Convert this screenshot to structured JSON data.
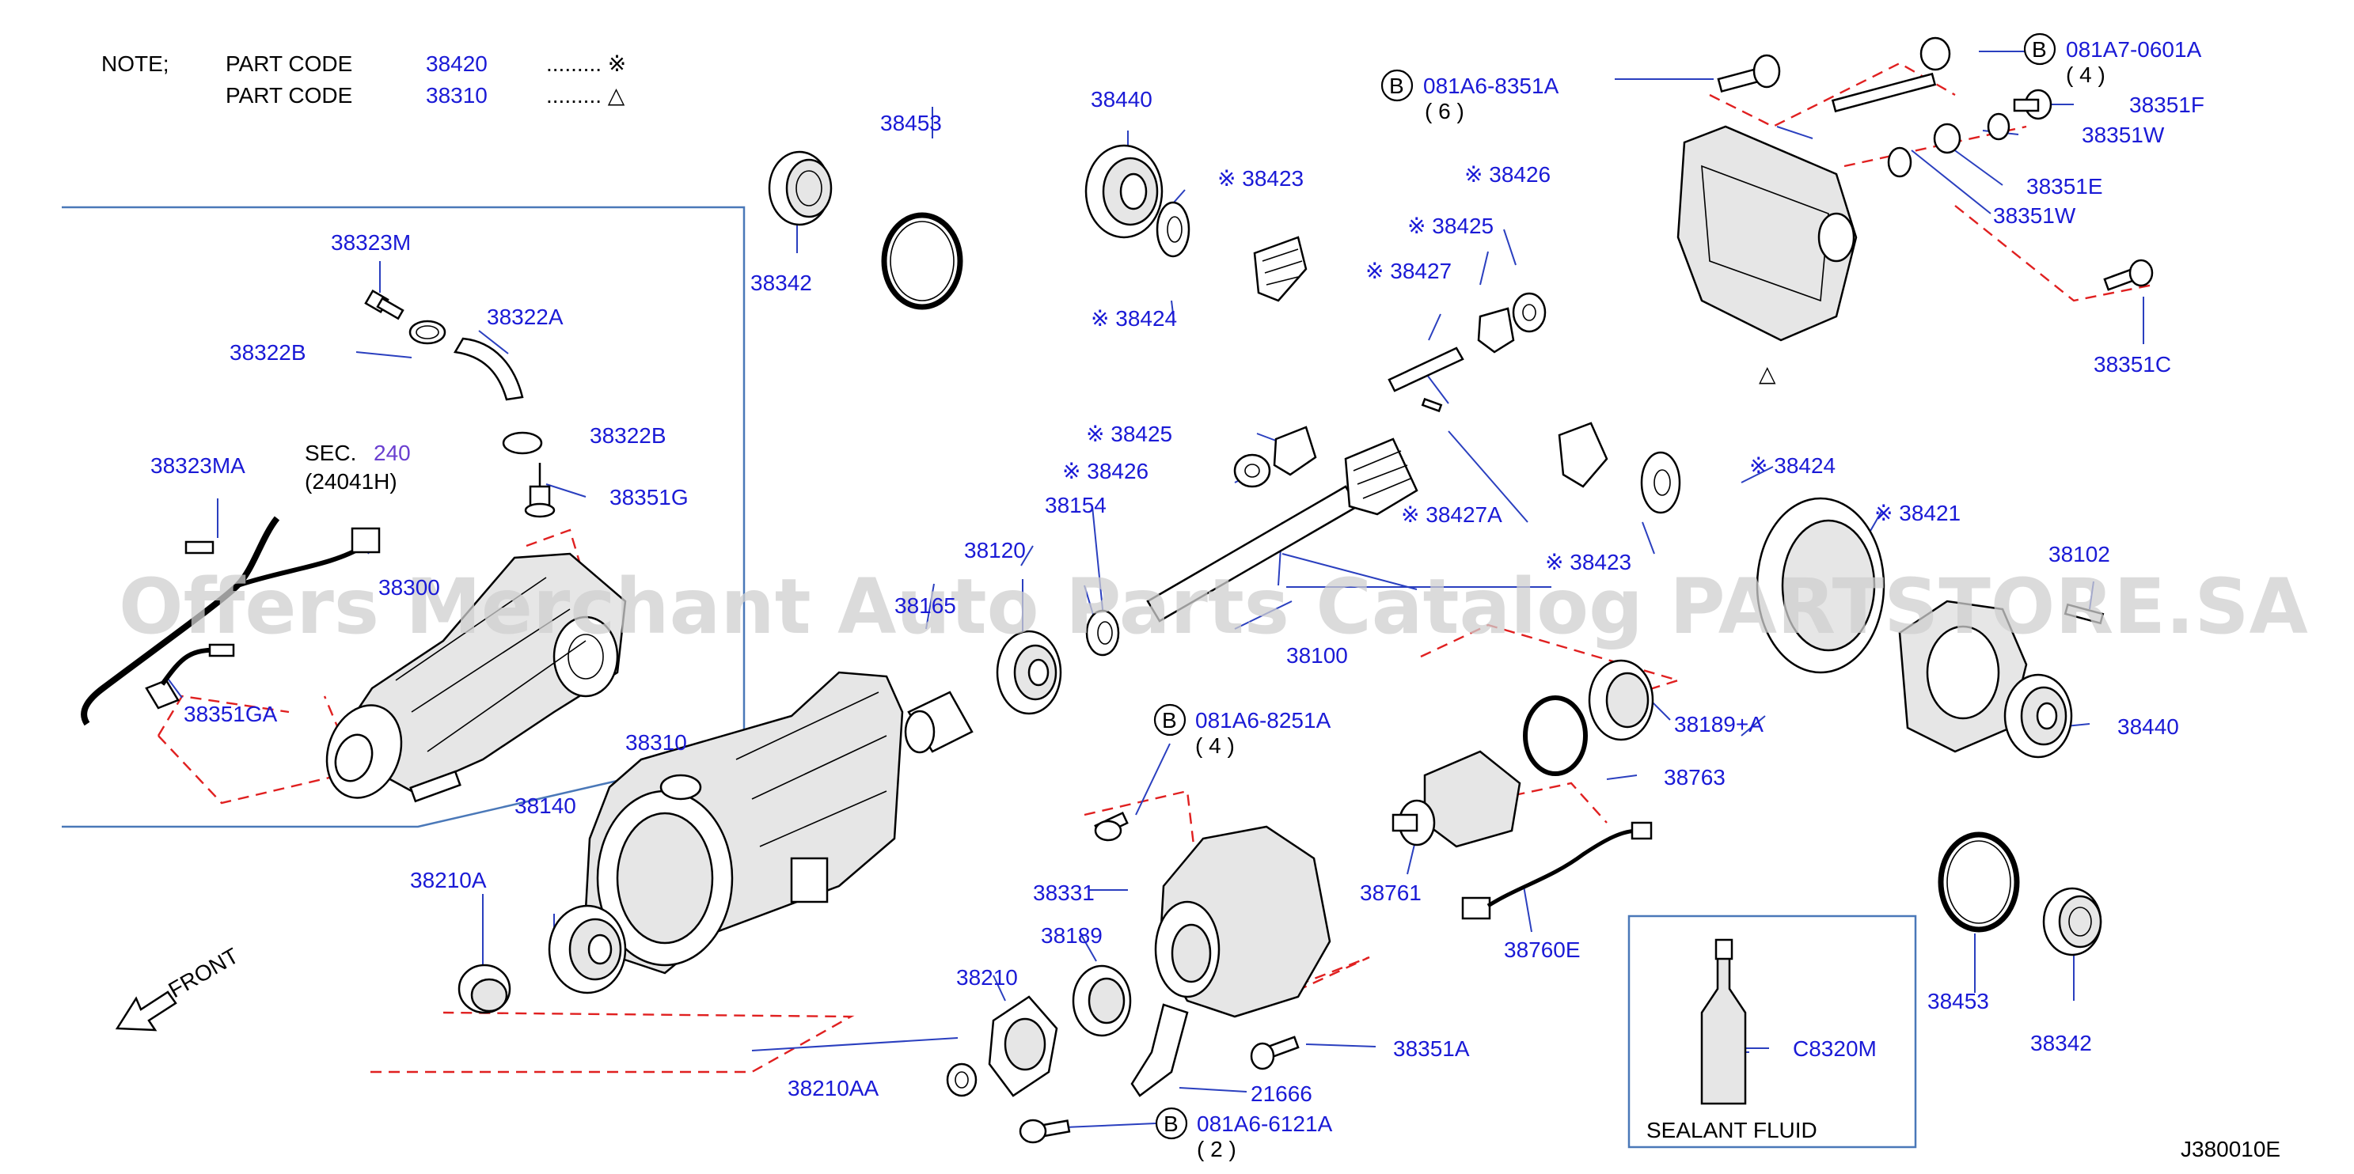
{
  "note": {
    "heading": "NOTE;",
    "lines": [
      {
        "prefix": "PART   CODE",
        "code": "38420",
        "marker": "......... ※"
      },
      {
        "prefix": "PART   CODE",
        "code": "38310",
        "marker": "......... △"
      }
    ]
  },
  "callouts": {
    "b_8351": {
      "badge": "B",
      "code": "081A6-8351A",
      "qty": "( 6 )"
    },
    "b_0601": {
      "badge": "B",
      "code": "081A7-0601A",
      "qty": "( 4 )"
    },
    "b_8251": {
      "badge": "B",
      "code": "081A6-8251A",
      "qty": "( 4 )"
    },
    "b_6121": {
      "badge": "B",
      "code": "081A6-6121A",
      "qty": "( 2 )"
    }
  },
  "sec": {
    "prefix": "SEC.",
    "number": "240",
    "sub": "(24041H)"
  },
  "labels": {
    "p38323M": "38323M",
    "p38322A": "38322A",
    "p38322B_1": "38322B",
    "p38322B_2": "38322B",
    "p38351G": "38351G",
    "p38323MA": "38323MA",
    "p38300": "38300",
    "p38351GA": "38351GA",
    "p38342_1": "38342",
    "p38453_1": "38453",
    "p38440_1": "38440",
    "p38423_1": "※ 38423",
    "p38424_1": "※ 38424",
    "p38426_1": "※ 38426",
    "p38425_1": "※ 38425",
    "p38427": "※ 38427",
    "p38427A": "※ 38427A",
    "p38425_2": "※ 38425",
    "p38426_2": "※ 38426",
    "p38154": "38154",
    "p38120": "38120",
    "p38165": "38165",
    "p38100": "38100",
    "p38310": "38310",
    "p38140": "38140",
    "p38210A": "38210A",
    "p38351F": "38351F",
    "p38351W_1": "38351W",
    "p38351E": "38351E",
    "p38351W_2": "38351W",
    "p38351C": "38351C",
    "p38424_2": "※ 38424",
    "p38423_2": "※ 38423",
    "p38421": "※ 38421",
    "p38102": "38102",
    "p38189A": "38189+A",
    "p38440_2": "38440",
    "p38763": "38763",
    "p38761": "38761",
    "p38760E": "38760E",
    "p38331": "38331",
    "p38189": "38189",
    "p38210": "38210",
    "p38351A": "38351A",
    "p21666": "21666",
    "p38210AA": "38210AA",
    "p38453_2": "38453",
    "p38342_2": "38342",
    "pC8320M": "C8320M"
  },
  "triangle_mark": "△",
  "front": "FRONT",
  "sealant": "SEALANT    FLUID",
  "diagram_code": "J380010E",
  "watermark": "Offers Merchant Auto Parts Catalog PARTSTORE.SA",
  "colors": {
    "label": "#1a1ad6",
    "leader": "#2a3fbf",
    "dashed": "#e02020",
    "frame": "#4a78b8",
    "sec_number": "#6a3fd0"
  }
}
